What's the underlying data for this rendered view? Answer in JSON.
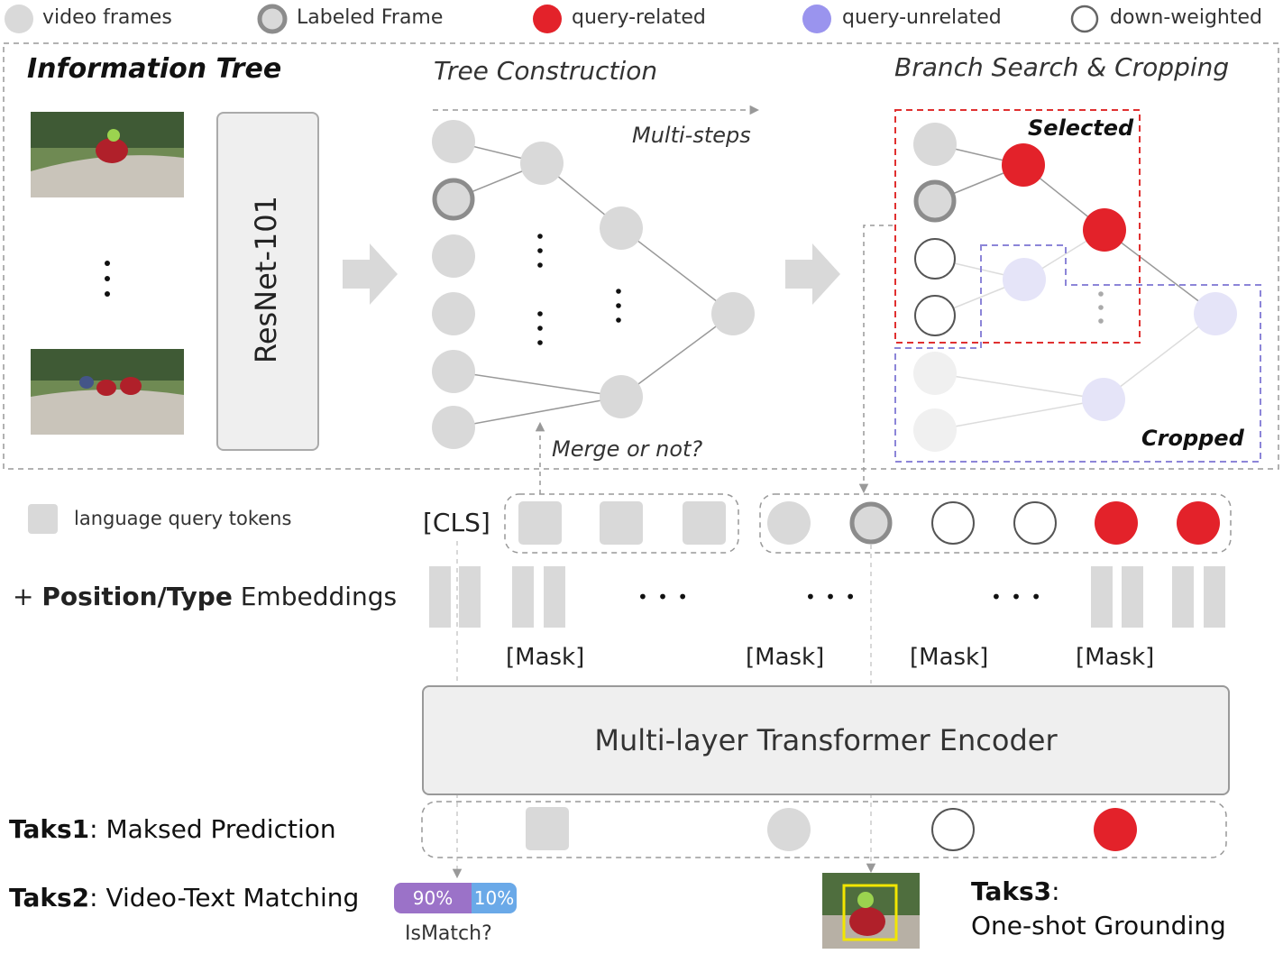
{
  "legend": {
    "video_frames": "video frames",
    "labeled_frame": "Labeled Frame",
    "query_related": "query-related",
    "query_unrelated": "query-unrelated",
    "down_weighted": "down-weighted"
  },
  "sections": {
    "information_tree": "Information Tree",
    "tree_construction": "Tree Construction",
    "branch_search": "Branch Search & Cropping",
    "multi_steps": "Multi-steps",
    "merge_or_not": "Merge or not?",
    "selected": "Selected",
    "cropped": "Cropped"
  },
  "resnet": "ResNet-101",
  "tokens": {
    "language_query_tokens": "language query tokens",
    "cls": "[CLS]",
    "position_prefix": "+ ",
    "position_bold": "Position/Type",
    "position_suffix": " Embeddings",
    "ellipsis": "• • •",
    "mask": "[Mask]"
  },
  "encoder": "Multi-layer Transformer Encoder",
  "tasks": {
    "task1_bold": "Taks1",
    "task1_text": ": Maksed Prediction",
    "task2_bold": "Taks2",
    "task2_text": ": Video-Text Matching",
    "task3_bold": "Taks3",
    "task3_colon": ":",
    "task3_text": "One-shot Grounding",
    "match_yes": "90%",
    "match_no": "10%",
    "is_match": "IsMatch?"
  },
  "colors": {
    "video_frame": "#d9d9d9",
    "labeled_ring": "#8c8c8c",
    "query_related": "#e3222a",
    "query_unrelated": "#e3e3f7",
    "down_weighted_ring": "#555555",
    "selected_box": "#e03030",
    "cropped_box": "#8c85d8",
    "match_purple": "#9b72c8",
    "match_blue": "#6aa9e8"
  }
}
